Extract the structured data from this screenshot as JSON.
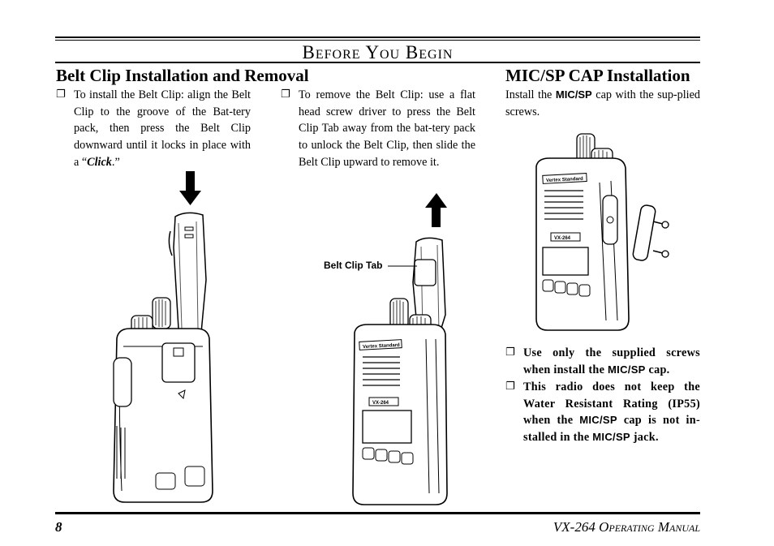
{
  "header": {
    "section_title": "Before You Begin"
  },
  "belt_clip": {
    "heading": "Belt Clip Installation and Removal",
    "install_text_a": "To install the Belt Clip: align the Belt Clip to the groove of the Bat-tery pack, then press the Belt Clip downward until it locks in place with a “",
    "install_click": "Click",
    "install_text_b": ".”",
    "remove_text": "To remove the Belt Clip: use a flat head screw driver to press the Belt Clip Tab away from the bat-tery pack to unlock the Belt Clip, then slide the Belt Clip upward to remove it.",
    "tab_label": "Belt Clip Tab"
  },
  "mic_cap": {
    "heading": "MIC/SP CAP Installation",
    "install_a": "Install the ",
    "install_jack": "MIC/SP",
    "install_b": " cap with the sup-plied screws.",
    "note1_a": "Use only the supplied screws when install the ",
    "note1_jack": "MIC/SP",
    "note1_b": " cap.",
    "note2_a": "This radio does not keep the Water Resistant Rating (IP55) when the ",
    "note2_jack": "MIC/SP",
    "note2_b": " cap is not in-stalled in the ",
    "note2_jack2": "MIC/SP",
    "note2_c": " jack."
  },
  "radio": {
    "brand": "Vertex Standard",
    "model": "VX-264"
  },
  "footer": {
    "page_number": "8",
    "manual_title": "VX-264 Operating Manual"
  }
}
